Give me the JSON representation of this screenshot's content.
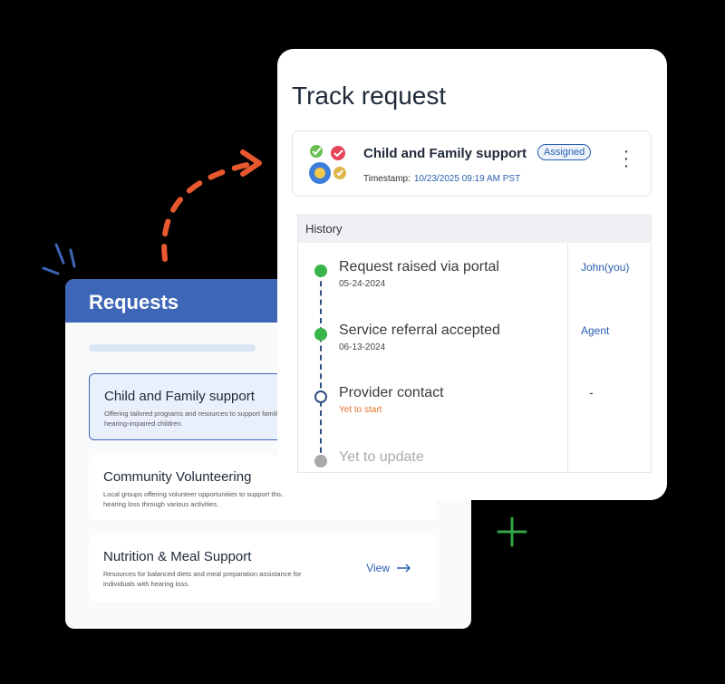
{
  "requests": {
    "title": "Requests",
    "items": [
      {
        "title": "Child and Family support",
        "description": "Offering tailored programs and resources to support families with hearing-impaired children.",
        "selected": true
      },
      {
        "title": "Community Volunteering",
        "description": "Local groups offering volunteer opportunities to support those with hearing loss through various activities.",
        "selected": false
      },
      {
        "title": "Nutrition & Meal Support",
        "description": "Resources for balanced diets and meal preparation assistance for individuals with hearing loss.",
        "selected": false,
        "action": "View"
      }
    ]
  },
  "track": {
    "title": "Track request",
    "summary": {
      "name": "Child and Family support",
      "status": "Assigned",
      "timestamp_label": "Timestamp:",
      "timestamp_value": "10/23/2025 09:19 AM PST"
    },
    "history": {
      "header": "History",
      "steps": [
        {
          "label": "Request raised via portal",
          "date": "05-24-2024",
          "actor": "John(you)",
          "state": "done"
        },
        {
          "label": "Service referral accepted",
          "date": "06-13-2024",
          "actor": "Agent",
          "state": "done"
        },
        {
          "label": "Provider contact",
          "date": "Yet to start",
          "actor": "-",
          "state": "open"
        },
        {
          "label": "Yet to update",
          "date": "",
          "actor": "",
          "state": "pending"
        }
      ]
    }
  },
  "colors": {
    "accent": "#3d66b6",
    "done": "#3ab54a",
    "arrow": "#e8582f",
    "plus": "#2fa544"
  }
}
